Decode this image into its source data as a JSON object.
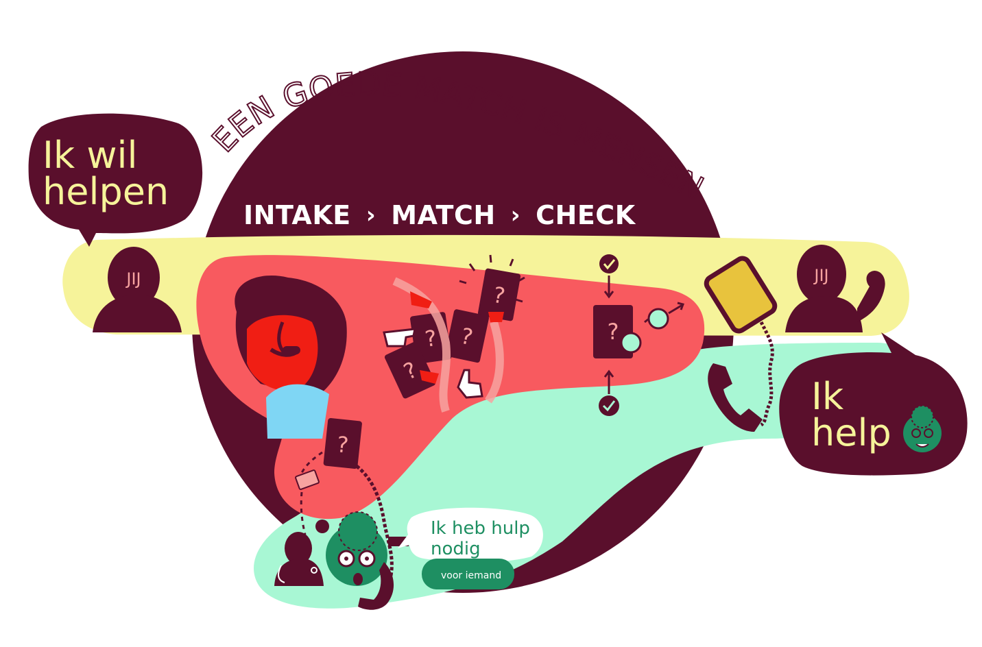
{
  "headline": "EEN GOEDE MATCH IS MENSENWERK",
  "steps": [
    "INTAKE",
    "MATCH",
    "CHECK"
  ],
  "bubbles": {
    "want_to_help": [
      "Ik wil",
      "helpen"
    ],
    "i_help": [
      "Ik",
      "help"
    ],
    "need_help": [
      "Ik heb hulp",
      "nodig"
    ],
    "for_someone": "voor iemand"
  },
  "person_initials": "JIJ",
  "card_symbol": "?",
  "colors": {
    "maroon": "#5a0f2c",
    "yellow": "#f6f39a",
    "coral": "#f85a5f",
    "mint": "#a8f7d4",
    "green": "#1e8f62",
    "red": "#f01e14",
    "skin_pink": "#f7a3a0",
    "shirt_blue": "#7fd6f4",
    "phone_gold": "#e8c33d"
  },
  "icons": [
    "check-icon",
    "whatsapp-icon",
    "pointing-hand-icon",
    "cursor-hand-icon",
    "envelope-icon",
    "phone-icon",
    "mobile-phone-icon",
    "headset-icon"
  ]
}
